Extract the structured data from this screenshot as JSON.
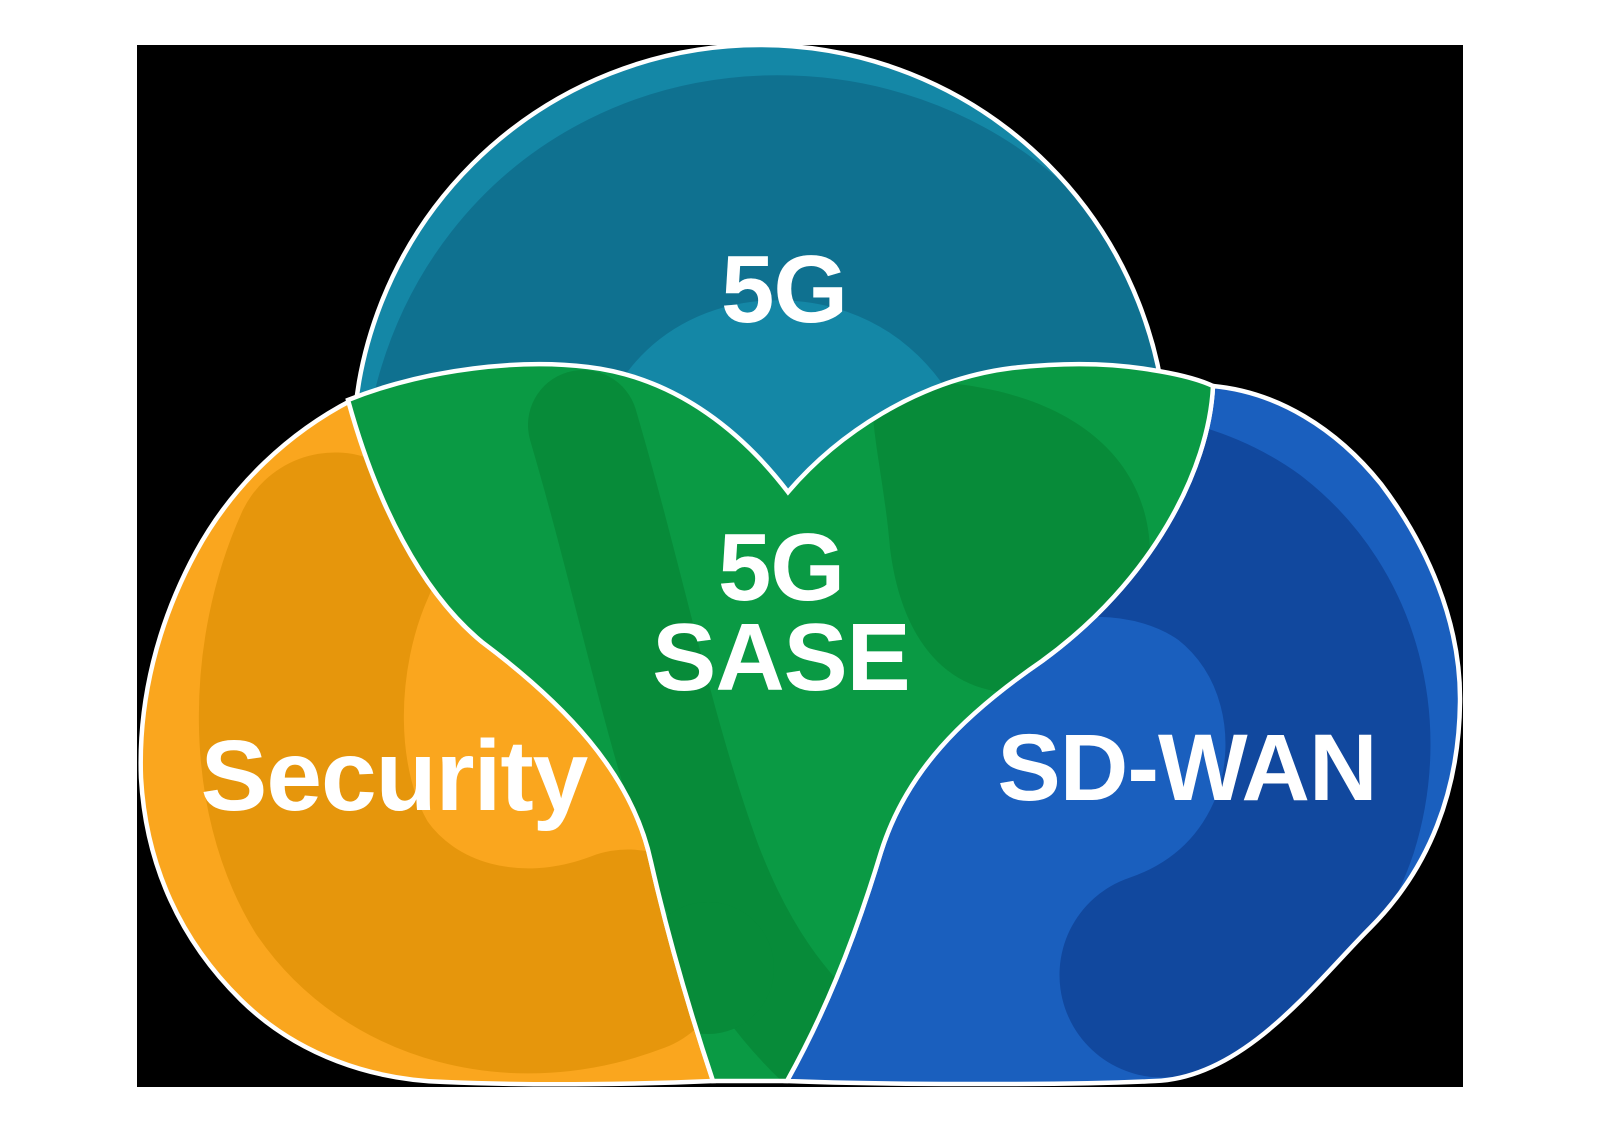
{
  "diagram": {
    "top_circle_label": "5G",
    "left_circle_label": "Security",
    "right_circle_label": "SD-WAN",
    "center_label_line1": "5G",
    "center_label_line2": "SASE"
  },
  "colors": {
    "page": "#ffffff",
    "canvas": "#000000",
    "outline": "#ffffff",
    "label": "#ffffff",
    "teal_base": "#1487A6",
    "teal_dark": "#0F7190",
    "yellow_base": "#FAA61E",
    "yellow_dark": "#E6960C",
    "blue_base": "#1A5FBE",
    "blue_dark": "#11489E",
    "green_base": "#0A9A44",
    "green_dark": "#078B39"
  }
}
